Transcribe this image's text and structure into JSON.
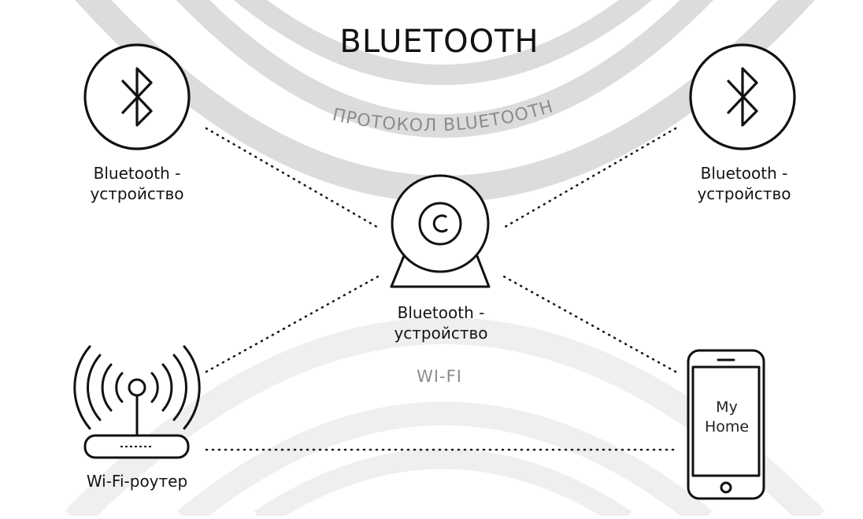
{
  "title": "BLUETOOTH",
  "arc_caption": "ПРОТОКОЛ BLUETOOTH",
  "wifi_caption": "WI-FI",
  "nodes": {
    "left_bt": {
      "icon": "bluetooth-icon",
      "label_line1": "Bluetooth -",
      "label_line2": "устройство"
    },
    "right_bt": {
      "icon": "bluetooth-icon",
      "label_line1": "Bluetooth -",
      "label_line2": "устройство"
    },
    "hub": {
      "icon": "camera-icon",
      "label_line1": "Bluetooth -",
      "label_line2": "устройство"
    },
    "router": {
      "icon": "wifi-router-icon",
      "label": "Wi-Fi-роутер"
    },
    "phone": {
      "icon": "smartphone-icon",
      "screen_line1": "My",
      "screen_line2": "Home"
    }
  },
  "colors": {
    "arc": "#d9d9d9",
    "arc_light": "#ececec",
    "line": "#1a1a1a",
    "caption": "#8c8c8c"
  }
}
